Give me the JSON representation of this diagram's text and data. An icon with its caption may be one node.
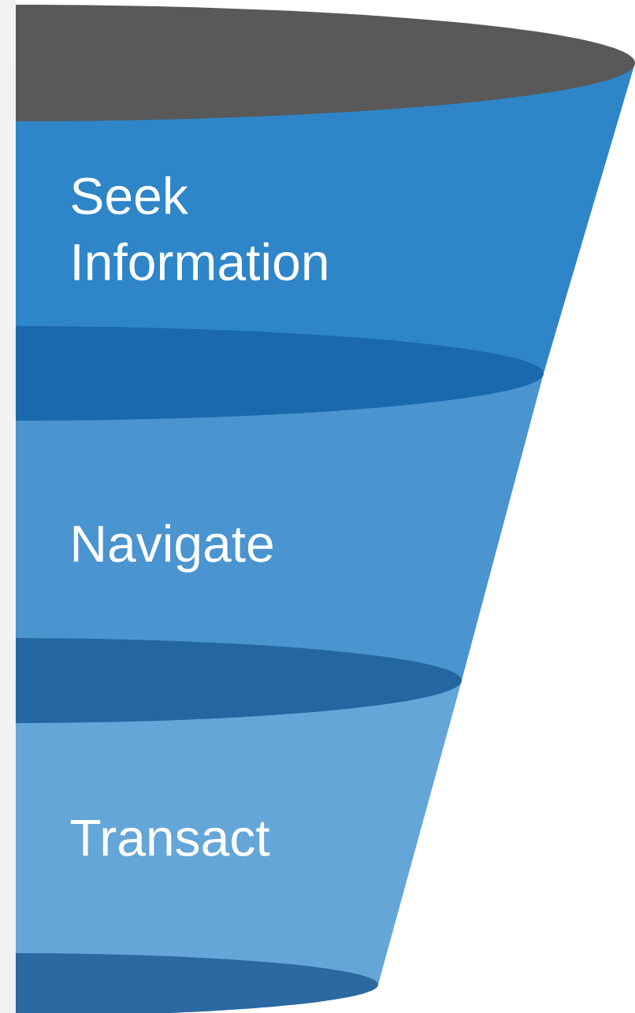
{
  "diagram": {
    "nodes": [
      {
        "text": [
          "Seek Information"
        ]
      },
      {
        "text": [
          "Navigate"
        ]
      },
      {
        "text": [
          "Transact"
        ]
      }
    ]
  }
}
